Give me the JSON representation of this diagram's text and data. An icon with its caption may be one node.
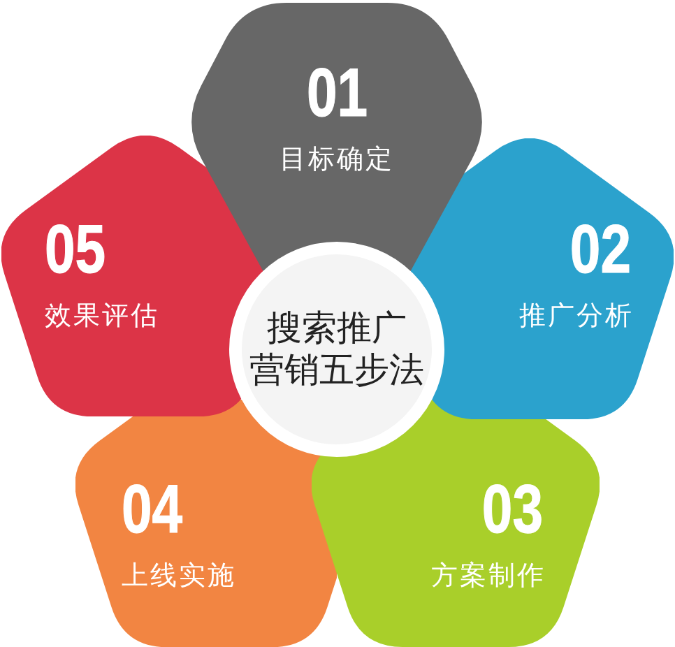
{
  "diagram": {
    "nodes": [
      {
        "text": [
          "搜索推广营销五步法"
        ]
      },
      {
        "text": [
          "01",
          "目标确定"
        ]
      },
      {
        "text": [
          "02",
          "推广分析"
        ]
      },
      {
        "text": [
          "03",
          "方案制作"
        ]
      },
      {
        "text": [
          "04",
          "上线实施"
        ]
      },
      {
        "text": [
          "05",
          "效果评估"
        ]
      }
    ]
  }
}
